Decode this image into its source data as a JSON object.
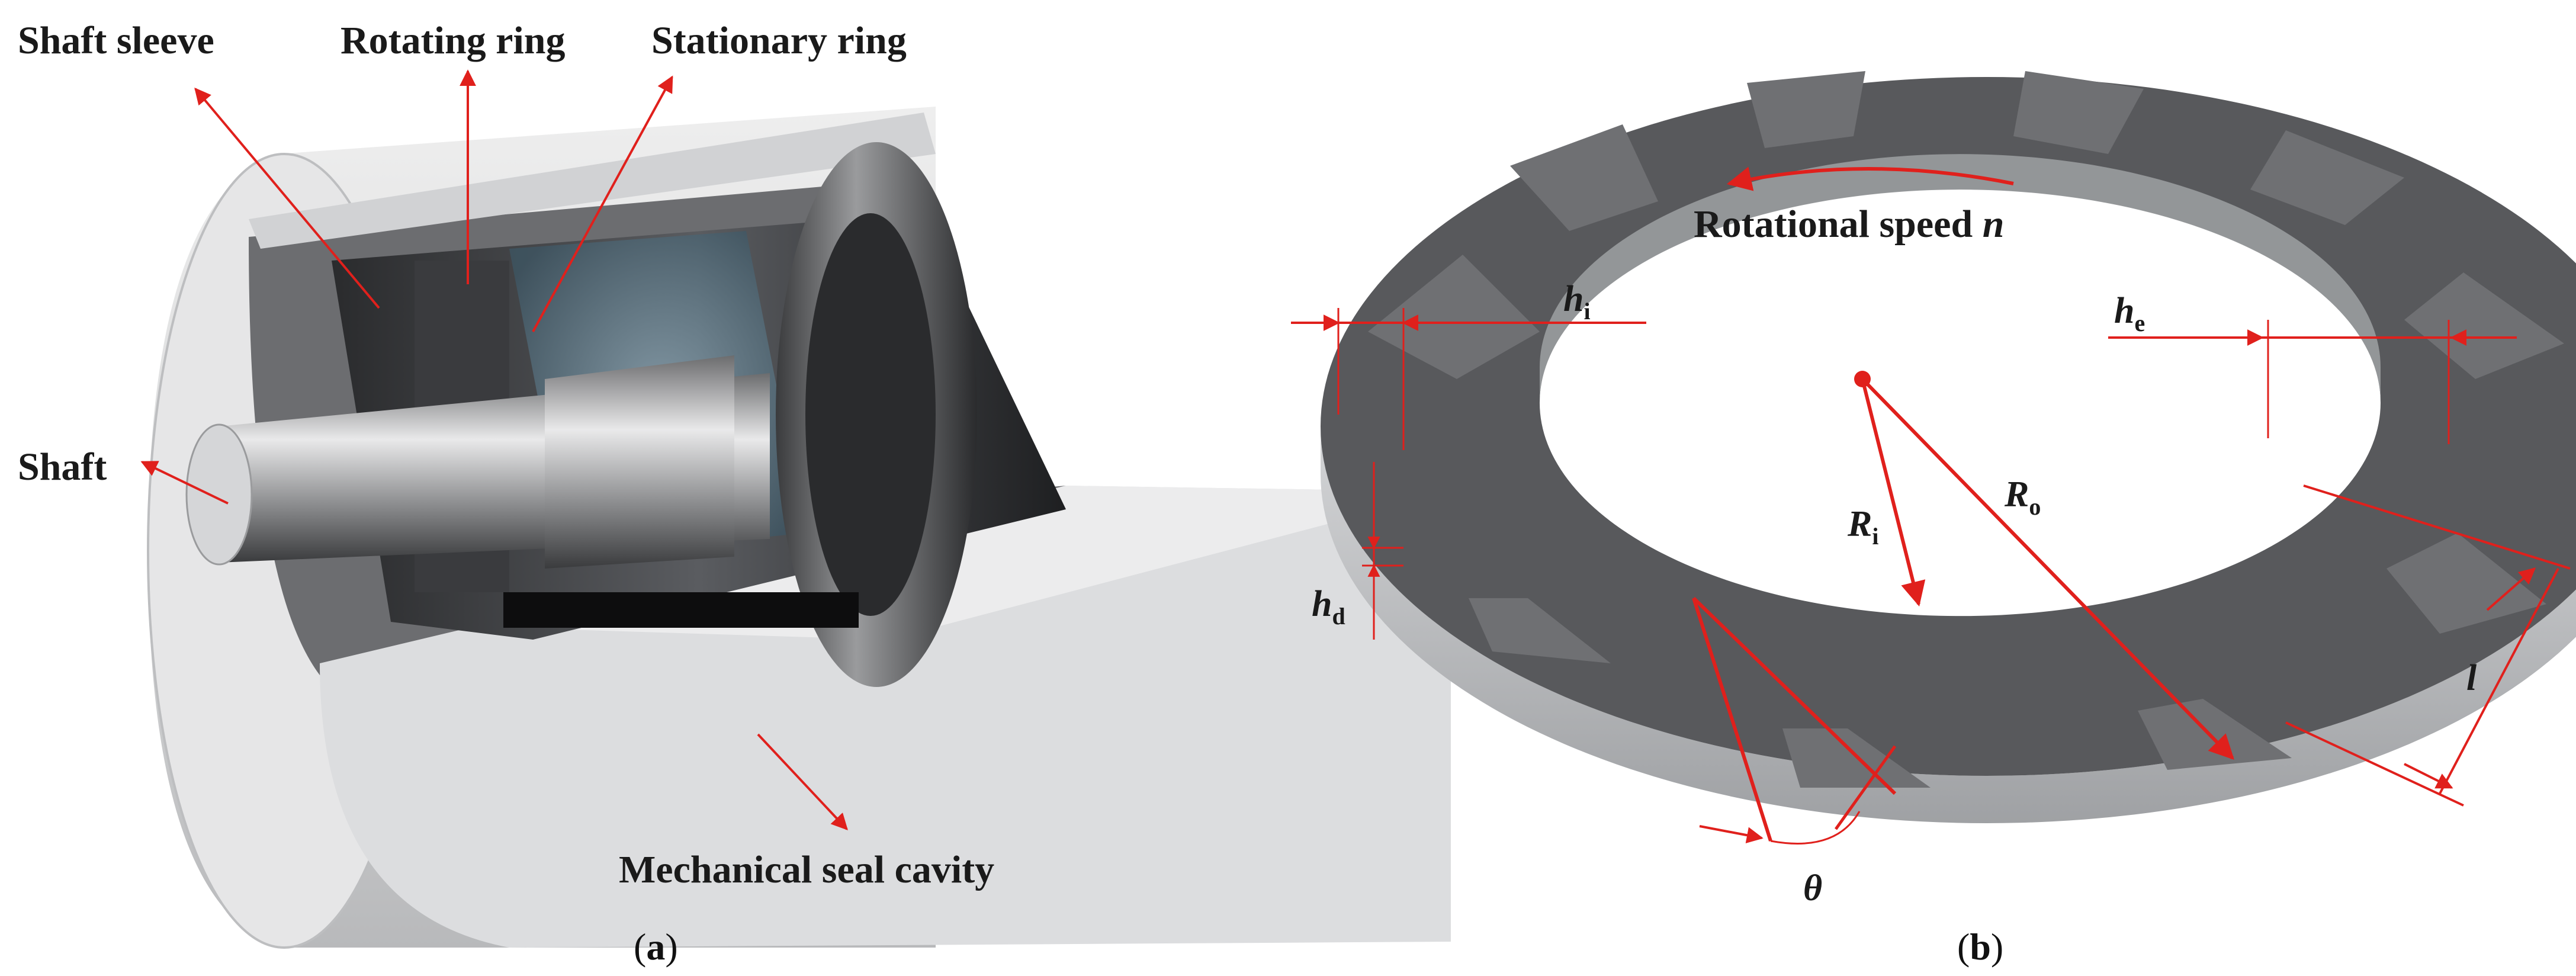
{
  "panel_a": {
    "labels": {
      "shaft_sleeve": "Shaft sleeve",
      "rotating_ring": "Rotating ring",
      "stationary_ring": "Stationary ring",
      "shaft": "Shaft",
      "seal_cavity": "Mechanical seal cavity"
    },
    "caption_open": "(",
    "caption_letter": "a",
    "caption_close": ")"
  },
  "panel_b": {
    "rotation_label": "Rotational speed ",
    "rotation_symbol": "n",
    "symbols": {
      "h_i": "h",
      "h_i_sub": "i",
      "h_e": "h",
      "h_e_sub": "e",
      "h_d": "h",
      "h_d_sub": "d",
      "r_i": "R",
      "r_i_sub": "i",
      "r_o": "R",
      "r_o_sub": "o",
      "l": "l",
      "theta": "θ"
    },
    "caption_open": "(",
    "caption_letter": "b",
    "caption_close": ")"
  },
  "colors": {
    "annotation": "#e0201c",
    "ring_face": "#58595c",
    "ring_side": "#c4c6c9",
    "housing": "#d6d7d9"
  }
}
